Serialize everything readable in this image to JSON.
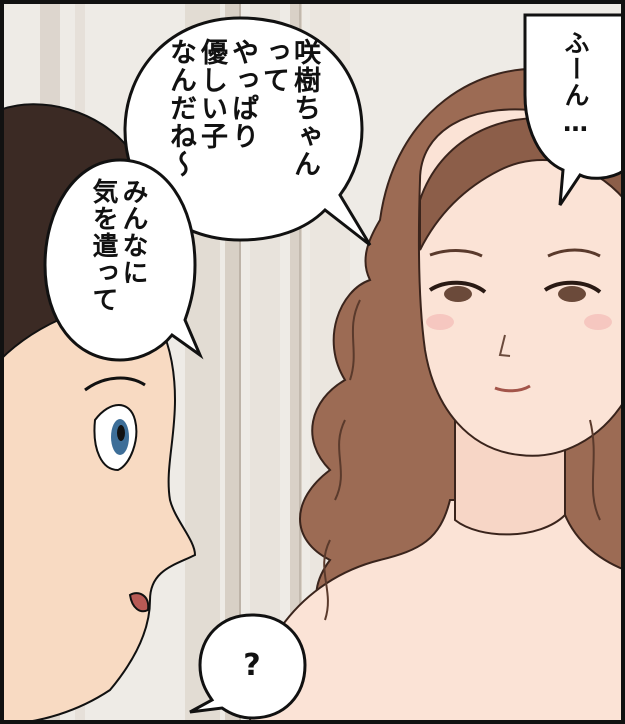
{
  "bubbles": {
    "right": "ふーん…",
    "top": "咲樹ちゃん\nって\nやっぱり\n優しい子\nなんだね〜",
    "left": "みんなに\n気を遣って",
    "question": "?"
  },
  "colors": {
    "background_wall": "#eeebe6",
    "curtain": "#e2ddd6",
    "boy_hair": "#3b2a24",
    "boy_skin": "#f8dac2",
    "woman_hair": "#9c6b54",
    "woman_skin": "#fbe3d6",
    "border": "#111111"
  }
}
